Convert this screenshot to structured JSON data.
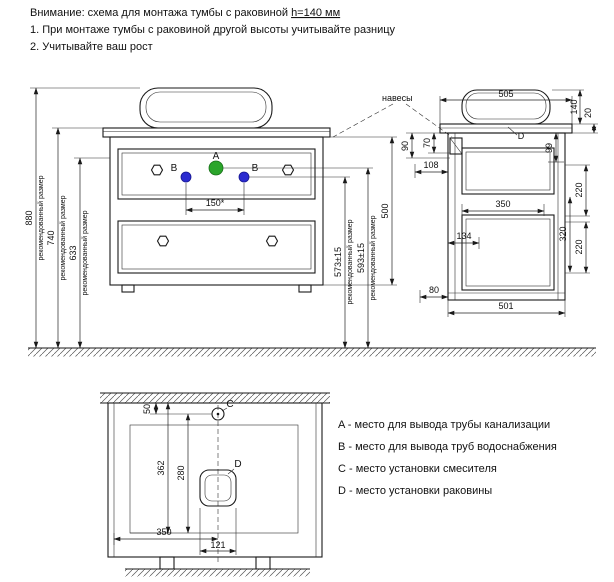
{
  "header": {
    "title_prefix": "Внимание: схема для монтажа тумбы с раковиной ",
    "title_height": "h=140 мм",
    "note1": "1. При монтаже тумбы с раковиной другой высоты учитывайте разницу",
    "note2": "2. Учитывайте ваш рост"
  },
  "colors": {
    "line": "#1a1a1a",
    "point_a": "#2ba52b",
    "point_b": "#2b2bd0"
  },
  "front_view": {
    "hangers_label": "навесы",
    "dim_880": "880",
    "dim_740": "740",
    "dim_633": "633",
    "dim_500": "500",
    "dim_573": "573±15",
    "dim_593": "593±15",
    "dim_150": "150*",
    "recommended_label": "рекомендованный размер",
    "point_a_label": "A",
    "point_b_label": "B"
  },
  "side_view": {
    "dim_505": "505",
    "dim_140": "140",
    "dim_20": "20",
    "dim_90": "90",
    "dim_70": "70",
    "dim_99": "99",
    "dim_108": "108",
    "dim_220_top": "220",
    "dim_320": "320",
    "dim_350": "350",
    "dim_134": "134",
    "dim_220_bottom": "220",
    "dim_80": "80",
    "dim_501": "501",
    "point_d_label": "D"
  },
  "bottom_view": {
    "dim_50": "50",
    "dim_362": "362",
    "dim_280": "280",
    "dim_350": "350",
    "dim_121": "121",
    "point_c_label": "C",
    "point_d_label": "D"
  },
  "legend": {
    "items": [
      "A - место для вывода трубы канализации",
      "B - место для вывода труб водоснабжения",
      "C - место установки смесителя",
      "D - место установки раковины"
    ]
  }
}
